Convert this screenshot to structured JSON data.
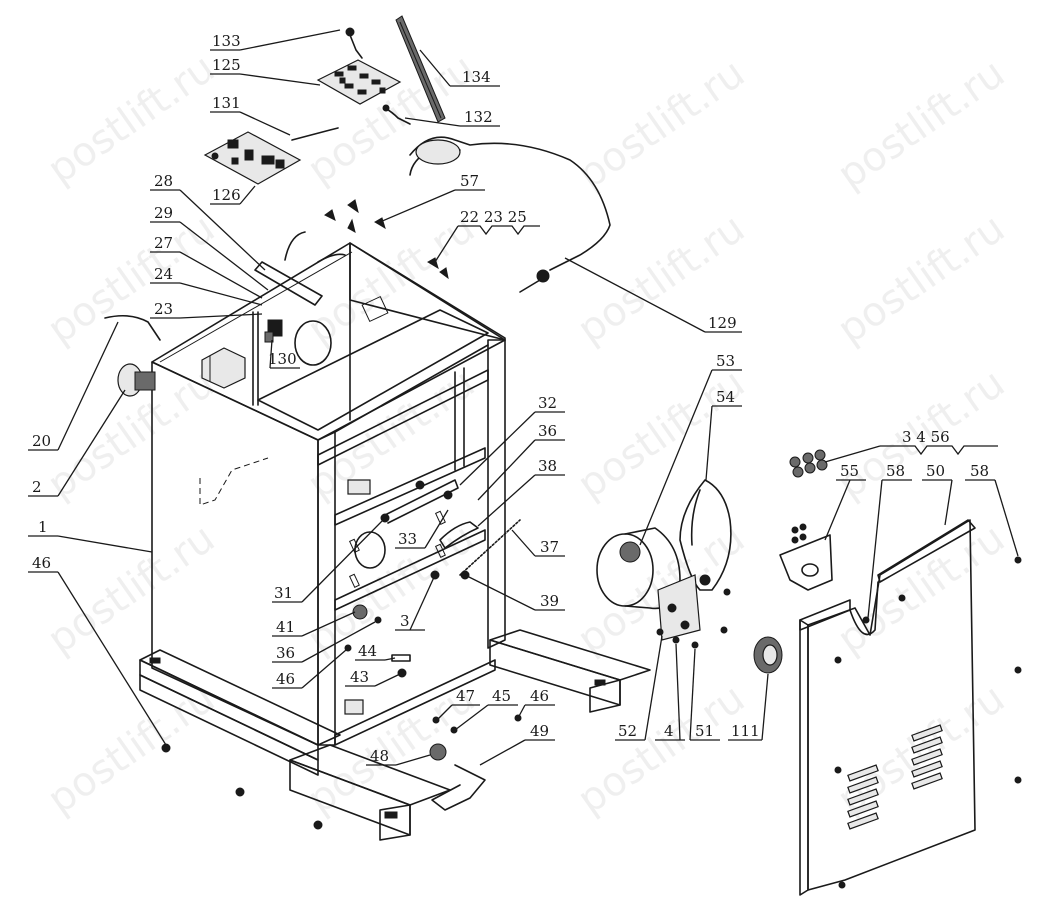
{
  "watermark": "postlift.ru",
  "callouts": [
    {
      "id": "c133",
      "label": "133"
    },
    {
      "id": "c125",
      "label": "125"
    },
    {
      "id": "c131",
      "label": "131"
    },
    {
      "id": "c126",
      "label": "126"
    },
    {
      "id": "c134",
      "label": "134"
    },
    {
      "id": "c132",
      "label": "132"
    },
    {
      "id": "c57",
      "label": "57"
    },
    {
      "id": "c22",
      "label": "22 23 25"
    },
    {
      "id": "c28",
      "label": "28"
    },
    {
      "id": "c29",
      "label": "29"
    },
    {
      "id": "c27",
      "label": "27"
    },
    {
      "id": "c24",
      "label": "24"
    },
    {
      "id": "c23",
      "label": "23"
    },
    {
      "id": "c130",
      "label": "130"
    },
    {
      "id": "c129",
      "label": "129"
    },
    {
      "id": "c20",
      "label": "20"
    },
    {
      "id": "c2",
      "label": "2"
    },
    {
      "id": "c1",
      "label": "1"
    },
    {
      "id": "c46a",
      "label": "46"
    },
    {
      "id": "c53",
      "label": "53"
    },
    {
      "id": "c54",
      "label": "54"
    },
    {
      "id": "c32",
      "label": "32"
    },
    {
      "id": "c36a",
      "label": "36"
    },
    {
      "id": "c38",
      "label": "38"
    },
    {
      "id": "c33",
      "label": "33"
    },
    {
      "id": "c37",
      "label": "37"
    },
    {
      "id": "c31",
      "label": "31"
    },
    {
      "id": "c39",
      "label": "39"
    },
    {
      "id": "c3a",
      "label": "3"
    },
    {
      "id": "c41",
      "label": "41"
    },
    {
      "id": "c36b",
      "label": "36"
    },
    {
      "id": "c46b",
      "label": "46"
    },
    {
      "id": "c44",
      "label": "44"
    },
    {
      "id": "c43",
      "label": "43"
    },
    {
      "id": "c47",
      "label": "47"
    },
    {
      "id": "c45",
      "label": "45"
    },
    {
      "id": "c46c",
      "label": "46"
    },
    {
      "id": "c49",
      "label": "49"
    },
    {
      "id": "c48",
      "label": "48"
    },
    {
      "id": "c3b",
      "label": "3   4   56"
    },
    {
      "id": "c55",
      "label": "55"
    },
    {
      "id": "c58a",
      "label": "58"
    },
    {
      "id": "c50",
      "label": "50"
    },
    {
      "id": "c58b",
      "label": "58"
    },
    {
      "id": "c52",
      "label": "52"
    },
    {
      "id": "c4",
      "label": "4"
    },
    {
      "id": "c51",
      "label": "51"
    },
    {
      "id": "c111",
      "label": "111"
    }
  ]
}
